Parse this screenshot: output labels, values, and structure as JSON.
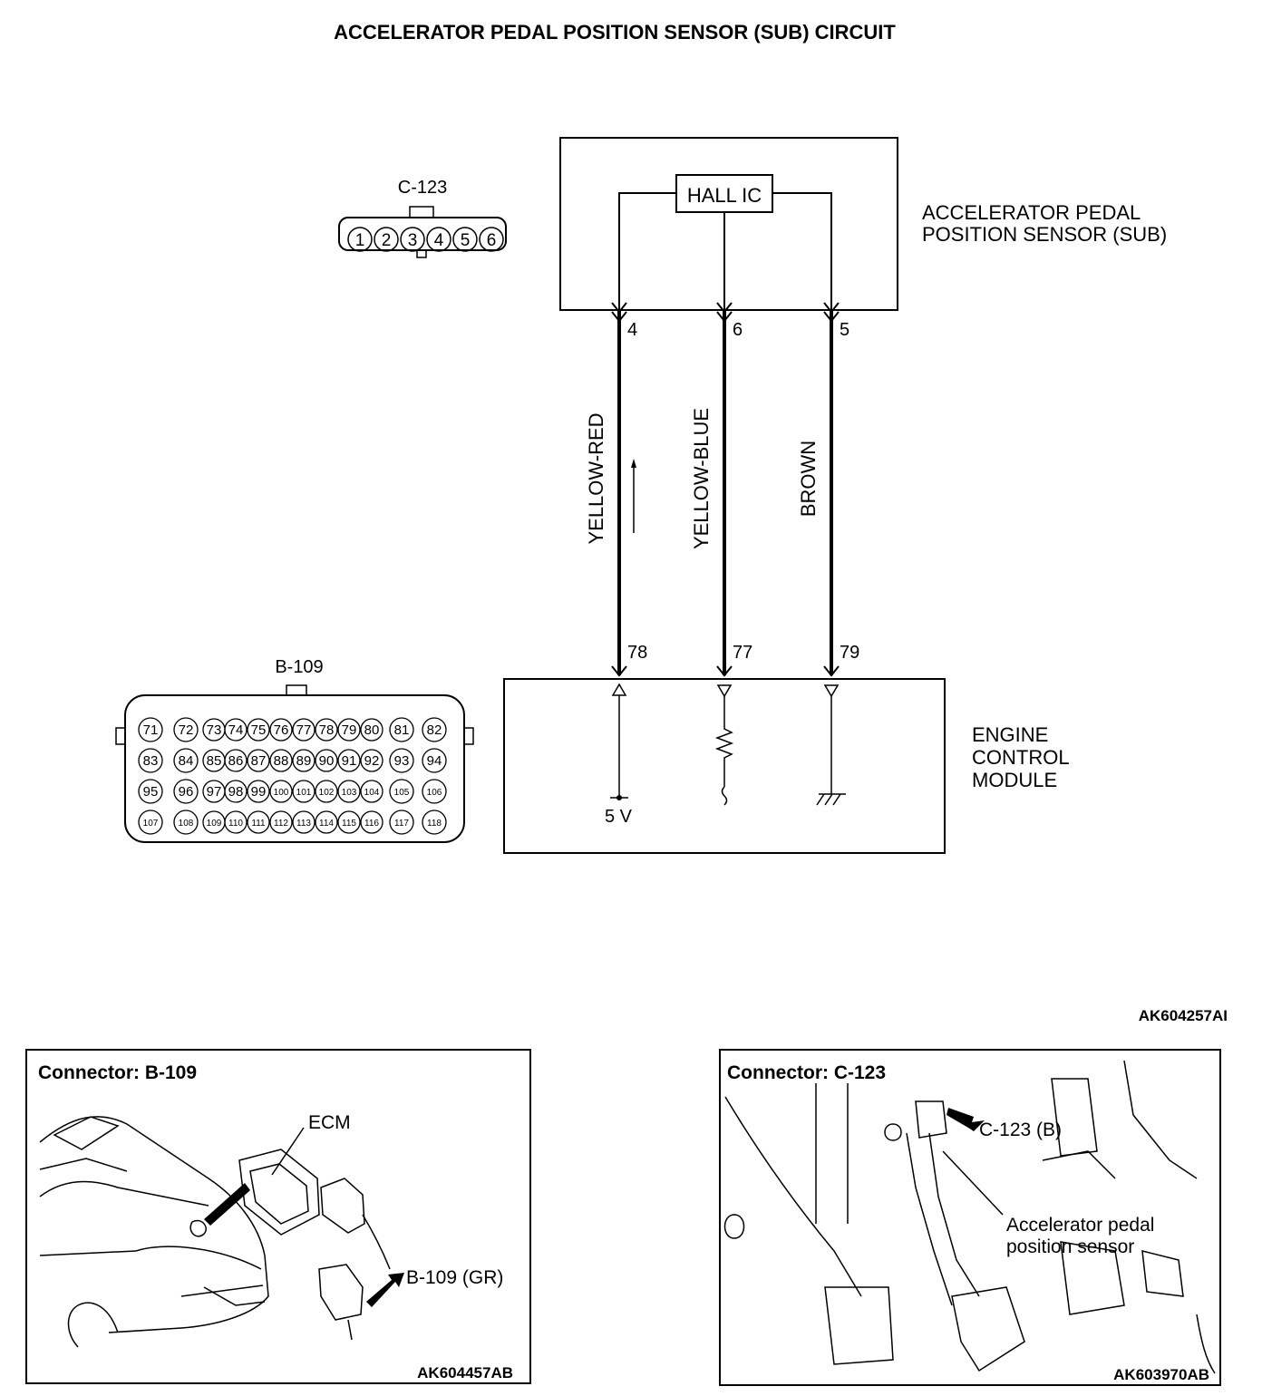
{
  "title": "ACCELERATOR PEDAL POSITION SENSOR (SUB) CIRCUIT",
  "sensor": {
    "label_line1": "ACCELERATOR PEDAL",
    "label_line2": "POSITION SENSOR (SUB)",
    "ic_label": "HALL IC"
  },
  "ecm": {
    "label_line1": "ENGINE",
    "label_line2": "CONTROL",
    "label_line3": "MODULE",
    "supply_label": "5 V"
  },
  "wires": [
    {
      "color_label": "YELLOW-RED",
      "sensor_pin": "4",
      "ecm_pin": "78"
    },
    {
      "color_label": "YELLOW-BLUE",
      "sensor_pin": "6",
      "ecm_pin": "77"
    },
    {
      "color_label": "BROWN",
      "sensor_pin": "5",
      "ecm_pin": "79"
    }
  ],
  "connector_c123": {
    "label": "C-123",
    "pins": [
      "1",
      "2",
      "3",
      "4",
      "5",
      "6"
    ]
  },
  "connector_b109": {
    "label": "B-109",
    "rows": [
      [
        "71",
        "72",
        "73",
        "74",
        "75",
        "76",
        "77",
        "78",
        "79",
        "80",
        "81",
        "82"
      ],
      [
        "83",
        "84",
        "85",
        "86",
        "87",
        "88",
        "89",
        "90",
        "91",
        "92",
        "93",
        "94"
      ],
      [
        "95",
        "96",
        "97",
        "98",
        "99",
        "100",
        "101",
        "102",
        "103",
        "104",
        "105",
        "106"
      ],
      [
        "107",
        "108",
        "109",
        "110",
        "111",
        "112",
        "113",
        "114",
        "115",
        "116",
        "117",
        "118"
      ]
    ]
  },
  "diagram_code": "AK604257AI",
  "panel_left": {
    "title": "Connector: B-109",
    "ecm_label": "ECM",
    "connector_label": "B-109 (GR)",
    "code": "AK604457AB"
  },
  "panel_right": {
    "title": "Connector: C-123",
    "connector_label": "C-123 (B)",
    "sensor_label_line1": "Accelerator pedal",
    "sensor_label_line2": "position sensor",
    "code": "AK603970AB"
  }
}
